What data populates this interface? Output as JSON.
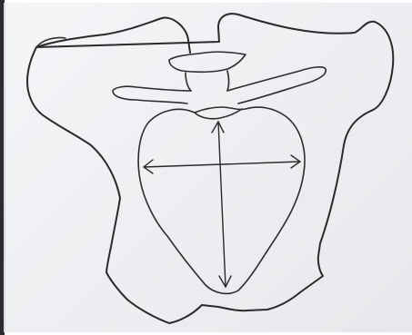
{
  "figure": {
    "subject": "pelvis-outline",
    "colors": {
      "paper": "#eceef1",
      "ink": "#2a2a2a",
      "left_edge": "#2c2c30"
    },
    "measurements": [
      "transverse-diameter",
      "anteroposterior-diameter"
    ]
  }
}
